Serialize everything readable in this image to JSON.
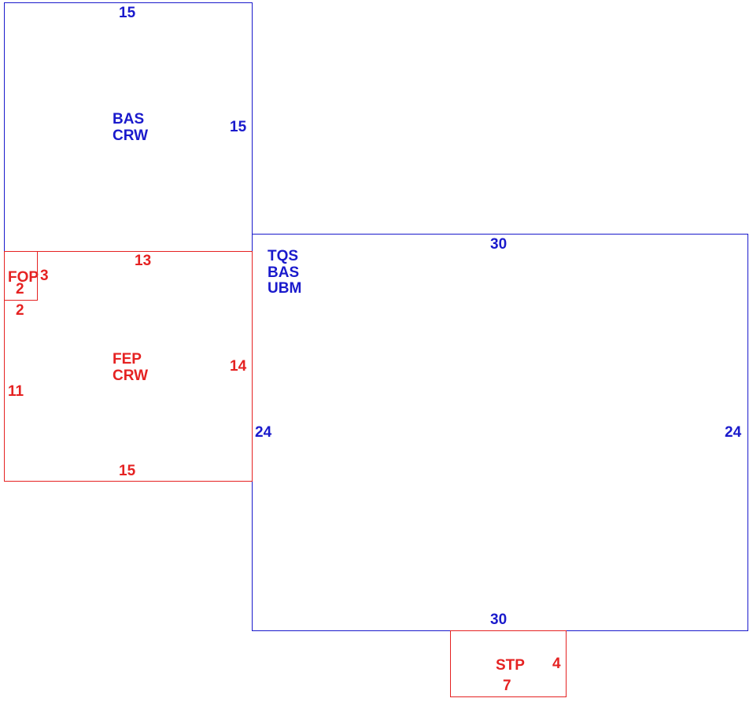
{
  "colors": {
    "main_area": "#1a1acc",
    "sub_area": "#e52222"
  },
  "areas": {
    "upper_bas": {
      "codes": [
        "BAS",
        "CRW"
      ],
      "top_dim": "15",
      "right_dim": "15"
    },
    "main_tqs": {
      "codes": [
        "TQS",
        "BAS",
        "UBM"
      ],
      "top_dim": "30",
      "bottom_dim": "30",
      "left_dim": "24",
      "right_dim": "24"
    },
    "fep": {
      "codes": [
        "FEP",
        "CRW"
      ],
      "top_dim": "13",
      "right_dim": "14",
      "left_dim": "11",
      "bottom_dim": "15"
    },
    "fop": {
      "code": "FOP",
      "right_dim": "3",
      "inner_dim": "2",
      "bottom_dim": "2"
    },
    "stp": {
      "code": "STP",
      "right_dim": "4",
      "bottom_dim": "7"
    }
  }
}
